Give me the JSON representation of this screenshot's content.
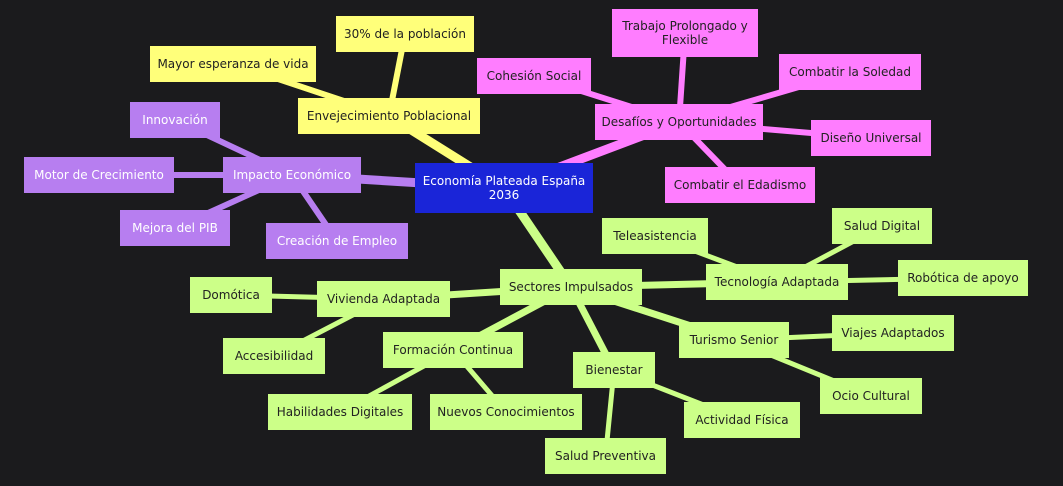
{
  "colors": {
    "background": "#1b1b1d",
    "root": "#1a25d8",
    "yellow": "#ffff7a",
    "pink": "#ff7dff",
    "purple": "#b77ef0",
    "green": "#ccff88"
  },
  "root": {
    "label": "Economía Plateada España 2036"
  },
  "branches": {
    "envejecimiento": {
      "label": "Envejecimiento Poblacional",
      "children": [
        "Mayor esperanza de vida",
        "30% de la población"
      ]
    },
    "desafios": {
      "label": "Desafíos y Oportunidades",
      "children": [
        "Trabajo Prolongado y Flexible",
        "Cohesión Social",
        "Combatir la Soledad",
        "Diseño Universal",
        "Combatir el Edadismo"
      ]
    },
    "impacto": {
      "label": "Impacto Económico",
      "children": [
        "Innovación",
        "Motor de Crecimiento",
        "Mejora del PIB",
        "Creación de Empleo"
      ]
    },
    "sectores": {
      "label": "Sectores Impulsados",
      "vivienda": {
        "label": "Vivienda Adaptada",
        "children": [
          "Domótica",
          "Accesibilidad"
        ]
      },
      "formacion": {
        "label": "Formación Continua",
        "children": [
          "Habilidades Digitales",
          "Nuevos Conocimientos"
        ]
      },
      "bienestar": {
        "label": "Bienestar",
        "children": [
          "Salud Preventiva",
          "Actividad Física"
        ]
      },
      "turismo": {
        "label": "Turismo Senior",
        "children": [
          "Viajes Adaptados",
          "Ocio Cultural"
        ]
      },
      "tecnologia": {
        "label": "Tecnología Adaptada",
        "children": [
          "Teleasistencia",
          "Salud Digital",
          "Robótica de apoyo"
        ]
      }
    }
  }
}
